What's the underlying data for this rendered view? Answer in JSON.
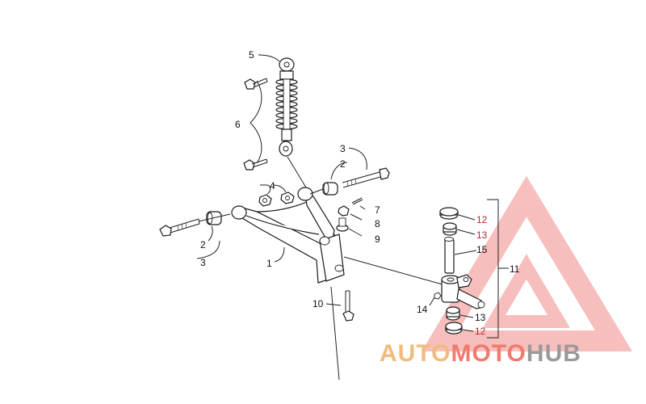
{
  "watermark": {
    "part1": "AUTO",
    "part2": "MOTO",
    "part3": "HUB",
    "color_auto": "#f2bb7d",
    "color_moto": "#ef7a6e",
    "color_hub": "#9a9a9a",
    "triangle_color": "#f08a86"
  },
  "callouts": {
    "c1": "1",
    "c2a": "2",
    "c2b": "2",
    "c3a": "3",
    "c3b": "3",
    "c4": "4",
    "c5": "5",
    "c6": "6",
    "c7": "7",
    "c8": "8",
    "c9": "9",
    "c10": "10",
    "c11": "11",
    "c12a": "12",
    "c12b": "12",
    "c13a": "13",
    "c13b": "13",
    "c14": "14",
    "c15": "15"
  }
}
